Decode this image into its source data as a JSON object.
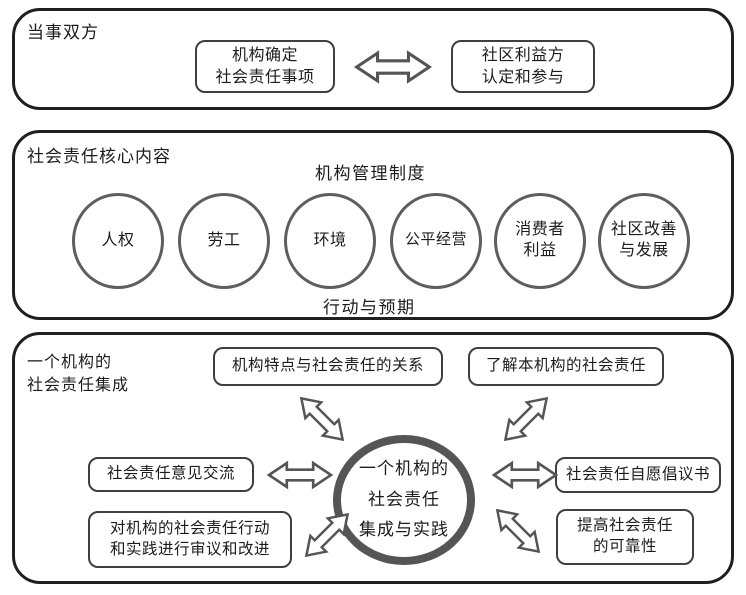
{
  "colors": {
    "background": "#ffffff",
    "panel_border": "#1f1f1f",
    "box_border": "#3f3f3f",
    "circle_border": "#5e5e5e",
    "center_circle_border": "#555555",
    "arrow_outline": "#555555",
    "text": "#1c1c1c"
  },
  "parties_panel": {
    "label": "当事双方",
    "left_box": {
      "line1": "机构确定",
      "line2": "社会责任事项"
    },
    "right_box": {
      "line1": "社区利益方",
      "line2": "认定和参与"
    }
  },
  "core_panel": {
    "label": "社会责任核心内容",
    "top_caption": "机构管理制度",
    "bottom_caption": "行动与预期",
    "circles": [
      {
        "line1": "人权",
        "line2": ""
      },
      {
        "line1": "劳工",
        "line2": ""
      },
      {
        "line1": "环境",
        "line2": ""
      },
      {
        "line1": "公平经营",
        "line2": ""
      },
      {
        "line1": "消费者",
        "line2": "利益"
      },
      {
        "line1": "社区改善",
        "line2": "与发展"
      }
    ]
  },
  "integration_panel": {
    "label_line1": "一个机构的",
    "label_line2": "社会责任集成",
    "center_circle": {
      "line1": "一个机构的",
      "line2": "社会责任",
      "line3": "集成与实践"
    },
    "boxes": {
      "top_left": {
        "line1": "机构特点与社会责任的关系",
        "line2": ""
      },
      "top_right": {
        "line1": "了解本机构的社会责任",
        "line2": ""
      },
      "mid_left": {
        "line1": "社会责任意见交流",
        "line2": ""
      },
      "mid_right": {
        "line1": "社会责任自愿倡议书",
        "line2": ""
      },
      "bottom_left": {
        "line1": "对机构的社会责任行动",
        "line2": "和实践进行审议和改进"
      },
      "bottom_right": {
        "line1": "提高社会责任",
        "line2": "的可靠性"
      }
    }
  }
}
